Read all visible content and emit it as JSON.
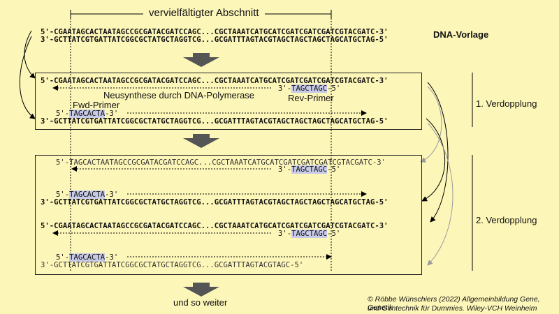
{
  "header": {
    "title": "vervielfältigter Abschnitt"
  },
  "template": {
    "label": "DNA-Vorlage",
    "top": "5'-CGAATAGCACTAATAGCCGCGATACGATCCAGC...CGCTAAATCATGCATCGATCGATCGATCGTACGATC-3'",
    "bottom": "3'-GCTTATCGTGATTATCGGCGCTATGCTAGGTCG...GCGATTTAGTACGTAGCTAGCTAGCTAGCATGCTAG-5'"
  },
  "round1": {
    "label": "1. Verdopplung",
    "top": "5'-CGAATAGCACTAATAGCCGCGATACGATCCAGC...CGCTAAATCATGCATCGATCGATCGATCGTACGATC-3'",
    "rev_primer_prefix": "3'-",
    "rev_primer_seq": "TAGCTAGC",
    "rev_primer_suffix": "-5'",
    "synthesis_label": "Neusynthese durch DNA-Polymerase",
    "rev_primer_label": "Rev-Primer",
    "fwd_primer_label": "Fwd-Primer",
    "fwd_primer_prefix": "5'-",
    "fwd_primer_seq": "TAGCACTA",
    "fwd_primer_suffix": "-3'",
    "bottom": "3'-GCTTATCGTGATTATCGGCGCTATGCTAGGTCG...GCGATTTAGTACGTAGCTAGCTAGCTAGCATGCTAG-5'"
  },
  "round2": {
    "label": "2. Verdopplung",
    "line1_prefix": "5'-",
    "line1_seq": "TAGCACTAATAGCCGCGATACGATCCAGC...CGCTAAATCATGCATCGATCGATCGATCGTACGATC-3'",
    "rev_prefix": "3'-",
    "rev_seq": "TAGCTAGC",
    "rev_suffix": "-5'",
    "fwd_prefix": "5'-",
    "fwd_seq": "TAGCACTA",
    "fwd_suffix": "-3'",
    "line2": "3'-GCTTATCGTGATTATCGGCGCTATGCTAGGTCG...GCGATTTAGTACGTAGCTAGCTAGCTAGCATGCTAG-5'",
    "line3": "5'-CGAATAGCACTAATAGCCGCGATACGATCCAGC...CGCTAAATCATGCATCGATCGATCGATCGTACGATC-3'",
    "line4_seq": "3'-GCTTATCGTGATTATCGGCGCTATGCTAGGTCG...GCGATTTAGTACGTAGC",
    "line4_suffix": "-5'"
  },
  "footer": {
    "continue_label": "und so weiter",
    "credit_line1": "© Röbbe Wünschiers (2022) Allgemeinbildung Gene, Genetik",
    "credit_line2": "und Gentechnik für Dummies. Wiley-VCH Weinheim"
  },
  "colors": {
    "background": "#fdf6b9",
    "primer_highlight": "#c8cbe8",
    "arrow_gray": "#555555",
    "curve_gray": "#9a9a9a"
  }
}
